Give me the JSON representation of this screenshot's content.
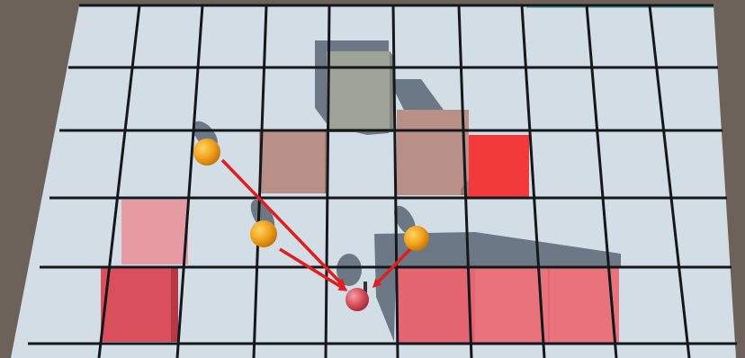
{
  "scene": {
    "colors": {
      "background": "#6d6259",
      "floor": "#d3dde6",
      "grid_line": "#14181c",
      "shadow": "#4a5666",
      "agent": "#f2a21b",
      "target": "#d9505e",
      "arrow": "#e01e1e",
      "gray_box": "#9ea498",
      "mauve_box": "#b89088",
      "red_tile": "#f23a3a",
      "pink_tile": "#e69aa2",
      "red_box": "#d94f5c",
      "pink_box": "#e8737c"
    },
    "objects": [
      {
        "kind": "gray-box"
      },
      {
        "kind": "mauve-box"
      },
      {
        "kind": "mauve-box"
      },
      {
        "kind": "red-floor-tile"
      },
      {
        "kind": "pink-floor-tile"
      },
      {
        "kind": "red-box"
      },
      {
        "kind": "pink-box"
      },
      {
        "kind": "pink-box"
      }
    ],
    "agents": [
      {
        "kind": "orange-sphere"
      },
      {
        "kind": "orange-sphere"
      },
      {
        "kind": "orange-sphere"
      }
    ],
    "target": {
      "kind": "red-sphere"
    },
    "arrows": [
      {
        "from": "agent-1",
        "to": "target"
      },
      {
        "from": "agent-2",
        "to": "target"
      },
      {
        "from": "agent-3",
        "to": "target"
      }
    ]
  }
}
